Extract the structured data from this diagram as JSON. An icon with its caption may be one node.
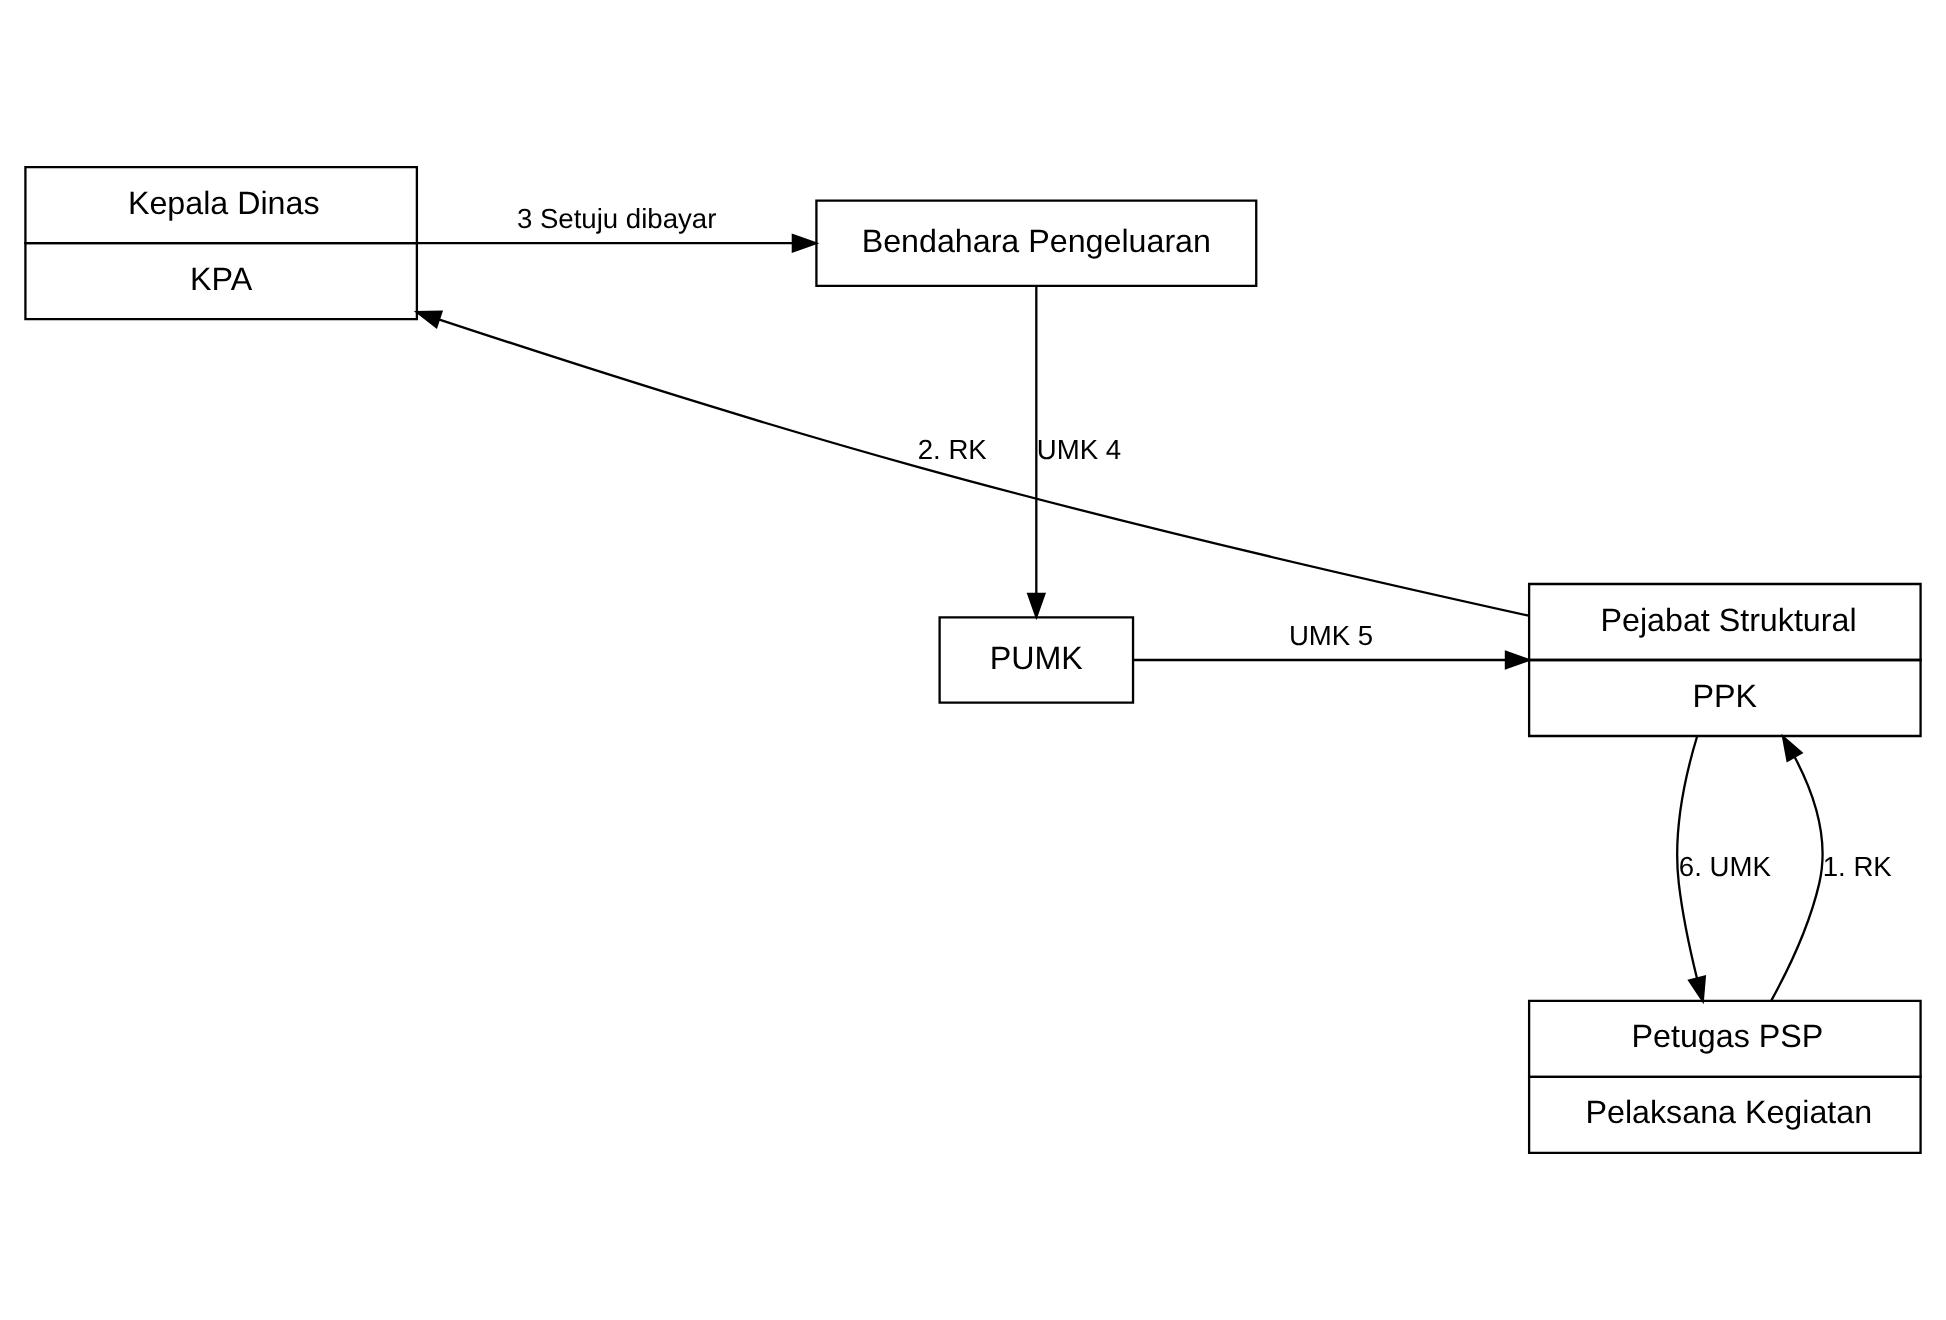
{
  "diagram": {
    "nodes": [
      {
        "text": [
          "Kepala Dinas",
          "KPA"
        ]
      },
      {
        "text": [
          "Bendahara Pengeluaran"
        ]
      },
      {
        "text": [
          "Pejabat Struktural",
          "PPK"
        ]
      },
      {
        "text": [
          "PUMK"
        ]
      },
      {
        "text": [
          "Petugas PSP",
          "Pelaksana Kegiatan"
        ]
      }
    ],
    "edges": [
      {
        "from": 0,
        "to": 1,
        "arrow": "to",
        "label": "3 Setuju dibayar"
      },
      {
        "from": 2,
        "to": 0,
        "arrow": "to",
        "label": "2. RK"
      },
      {
        "from": 1,
        "to": 3,
        "arrow": "to",
        "label": "UMK 4"
      },
      {
        "from": 3,
        "to": 2,
        "arrow": "to",
        "label": "UMK 5"
      },
      {
        "from": 4,
        "to": 2,
        "arrow": "to",
        "label": "1. RK"
      },
      {
        "from": 2,
        "to": 4,
        "arrow": "to",
        "label": "6. UMK"
      }
    ]
  }
}
